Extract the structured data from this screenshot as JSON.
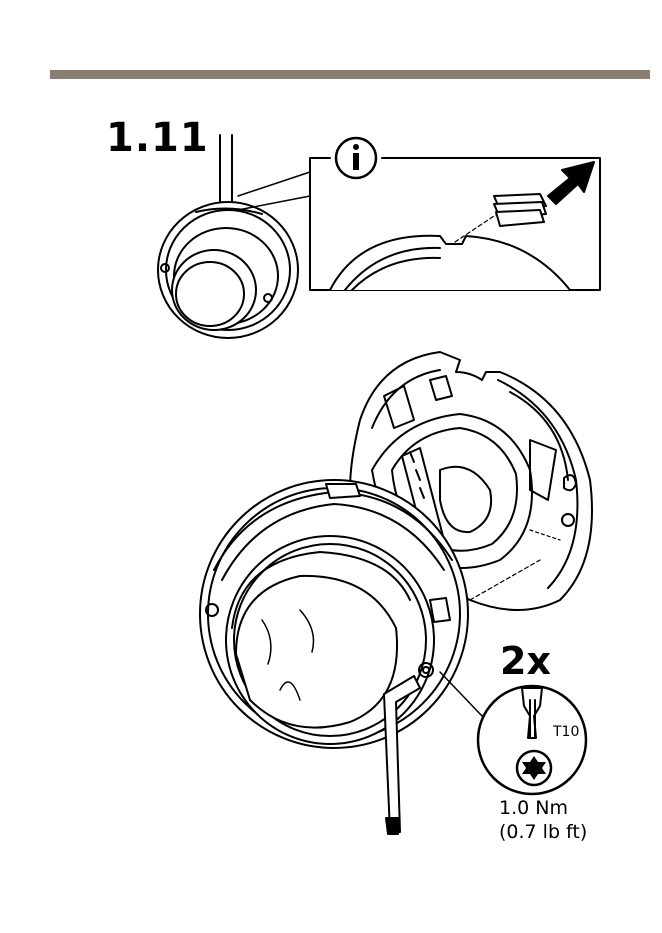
{
  "page": {
    "rule_color": "#8a7d72"
  },
  "step": {
    "number": "1.11"
  },
  "info": {
    "icon": "info-icon"
  },
  "callout": {
    "quantity": "2x",
    "tool": "T10",
    "torque_metric": "1.0 Nm",
    "torque_imperial": "(0.7 lb ft)"
  }
}
